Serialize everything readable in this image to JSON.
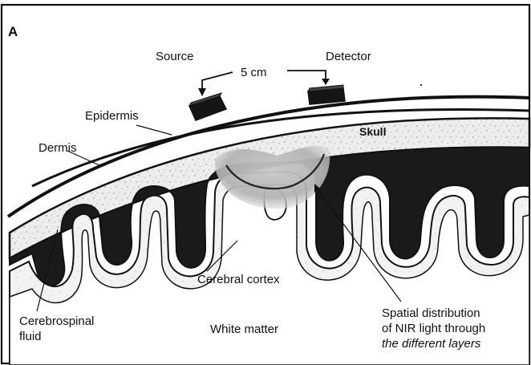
{
  "figure": {
    "panel_label": "A",
    "labels": {
      "source": "Source",
      "detector": "Detector",
      "distance": "5 cm",
      "epidermis": "Epidermis",
      "dermis": "Dermis",
      "skull": "Skull",
      "cerebral_cortex": "Cerebral cortex",
      "csf_line1": "Cerebrospinal",
      "csf_line2": "fluid",
      "white_matter": "White matter",
      "nir_line1": "Spatial distribution",
      "nir_line2": "of NIR light through",
      "nir_line3": "the different layers"
    },
    "colors": {
      "line": "#111111",
      "skull_fill": "#ececec",
      "csf": "#1c1c1c",
      "nir_light": "#b8b8b8"
    }
  }
}
